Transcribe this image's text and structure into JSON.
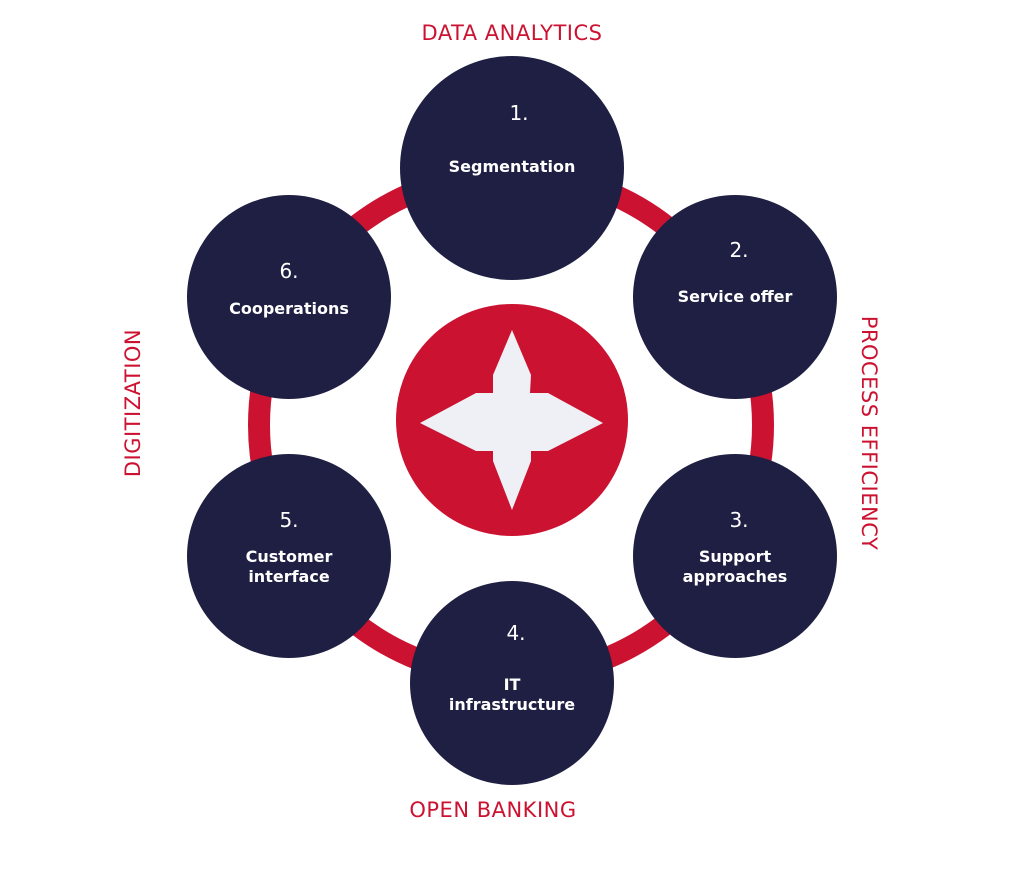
{
  "colors": {
    "navy": "#1e1f42",
    "red": "#cc1231",
    "arrows": "#eef0f5",
    "node_text": "#ffffff"
  },
  "labels": {
    "top": "DATA ANALYTICS",
    "right": "PROCESS EFFICIENCY",
    "bottom": "OPEN BANKING",
    "left": "DIGITIZATION"
  },
  "center": {
    "icon": "four-arrows-icon"
  },
  "nodes": [
    {
      "number": "1.",
      "lines": [
        "Segmentation"
      ]
    },
    {
      "number": "2.",
      "lines": [
        "Service offer"
      ]
    },
    {
      "number": "3.",
      "lines": [
        "Support",
        "approaches"
      ]
    },
    {
      "number": "4.",
      "lines": [
        "IT",
        "infrastructure"
      ]
    },
    {
      "number": "5.",
      "lines": [
        "Customer",
        "interface"
      ]
    },
    {
      "number": "6.",
      "lines": [
        "Cooperations"
      ]
    }
  ]
}
